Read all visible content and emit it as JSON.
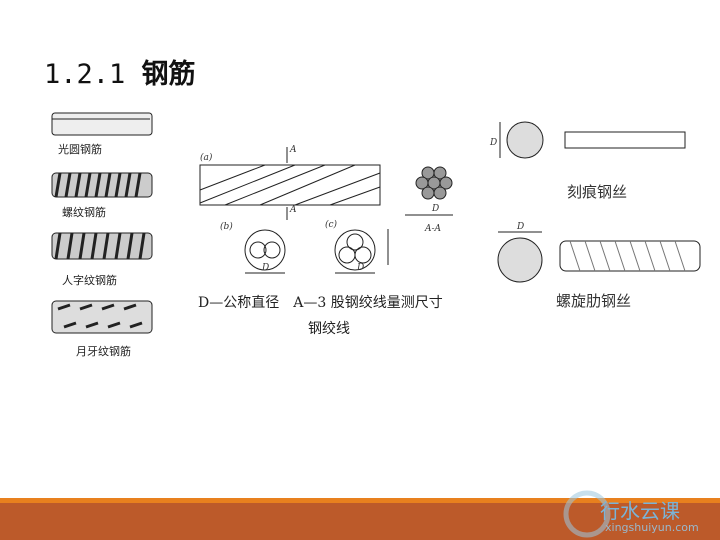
{
  "title": {
    "number": "1.2.1",
    "text": "钢筋"
  },
  "rebar_types": [
    "光圆钢筋",
    "螺纹钢筋",
    "人字纹钢筋",
    "月牙纹钢筋"
  ],
  "strand": {
    "fig_a": "(a)",
    "fig_b": "(b)",
    "fig_c": "(c)",
    "section_mark": "A",
    "section_label": "A-A",
    "dim": "D",
    "legend": "D—公称直径　A—3 股钢绞线量测尺寸",
    "caption": "钢绞线"
  },
  "wires": {
    "dim": "D",
    "indented": "刻痕钢丝",
    "spiral": "螺旋肋钢丝"
  },
  "watermark": {
    "name": "行水云课",
    "url": "xingshuiyun.com"
  },
  "colors": {
    "footer_orange": "#e8801e",
    "footer_brown": "#bc5a2a"
  }
}
